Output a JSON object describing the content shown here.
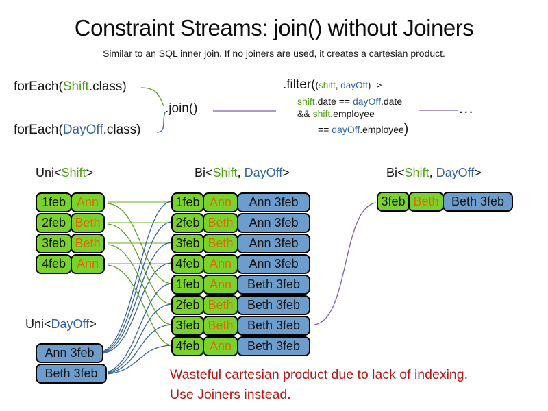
{
  "slide": {
    "title": "Constraint Streams: join() without Joiners",
    "subtitle": "Similar to an SQL inner join. If no joiners are used, it creates a cartesian product."
  },
  "code": {
    "foreach_shift": {
      "fn": "forEach(",
      "arg": "Shift",
      "tail": ".class)"
    },
    "foreach_dayoff": {
      "fn": "forEach(",
      "arg": "DayOff",
      "tail": ".class)"
    },
    "join": ".join()",
    "filter": {
      "head": ".filter(",
      "params_open": "(",
      "param1": "shift",
      "comma": ", ",
      "param2": "dayOff",
      "arrow": ") ->",
      "l2_a": "shift",
      "l2_b": ".date == ",
      "l2_c": "dayOff",
      "l2_d": ".date",
      "l3_a": "&& ",
      "l3_b": "shift",
      "l3_c": ".employee",
      "l4_a": "== ",
      "l4_b": "dayOff",
      "l4_c": ".employee",
      "l4_close": ")"
    },
    "ellipsis": "..."
  },
  "labels": {
    "uni_shift": {
      "pre": "Uni<",
      "type": "Shift",
      "post": ">"
    },
    "bi_mid": {
      "pre": "Bi<",
      "t1": "Shift",
      "sep": ", ",
      "t2": "DayOff",
      "post": ">"
    },
    "bi_right": {
      "pre": "Bi<",
      "t1": "Shift",
      "sep": ", ",
      "t2": "DayOff",
      "post": ">"
    },
    "uni_dayoff": {
      "pre": "Uni<",
      "type": "DayOff",
      "post": ">"
    }
  },
  "shift_table": {
    "rows": [
      {
        "date": "1feb",
        "employee": "Ann"
      },
      {
        "date": "2feb",
        "employee": "Beth"
      },
      {
        "date": "3feb",
        "employee": "Beth"
      },
      {
        "date": "4feb",
        "employee": "Ann"
      }
    ]
  },
  "dayoff_table": {
    "rows": [
      {
        "value": "Ann 3feb"
      },
      {
        "value": "Beth 3feb"
      }
    ]
  },
  "cartesian_table": {
    "rows": [
      {
        "date": "1feb",
        "employee": "Ann",
        "dayoff": "Ann 3feb"
      },
      {
        "date": "2feb",
        "employee": "Beth",
        "dayoff": "Ann 3feb"
      },
      {
        "date": "3feb",
        "employee": "Beth",
        "dayoff": "Ann 3feb"
      },
      {
        "date": "4feb",
        "employee": "Ann",
        "dayoff": "Ann 3feb"
      },
      {
        "date": "1feb",
        "employee": "Ann",
        "dayoff": "Beth 3feb"
      },
      {
        "date": "2feb",
        "employee": "Beth",
        "dayoff": "Beth 3feb"
      },
      {
        "date": "3feb",
        "employee": "Beth",
        "dayoff": "Beth 3feb"
      },
      {
        "date": "4feb",
        "employee": "Ann",
        "dayoff": "Beth 3feb"
      }
    ]
  },
  "result_table": {
    "rows": [
      {
        "date": "3feb",
        "employee": "Beth",
        "dayoff": "Beth 3feb"
      }
    ]
  },
  "warning": {
    "line1": "Wasteful cartesian product due to lack of indexing.",
    "line2": "Use Joiners instead."
  },
  "colors": {
    "shift_green_text": "#4f9f13",
    "dayoff_blue_text": "#3465a4",
    "employee_orange_text": "#e0690b",
    "cell_green_fill": "#79d32c",
    "cell_blue_fill": "#6d9dcd",
    "warning_red": "#b21a1a",
    "line_green": "#5f9e27",
    "line_green_light": "#9cc968",
    "line_blue": "#336699",
    "line_purple": "#7d5fa0"
  }
}
